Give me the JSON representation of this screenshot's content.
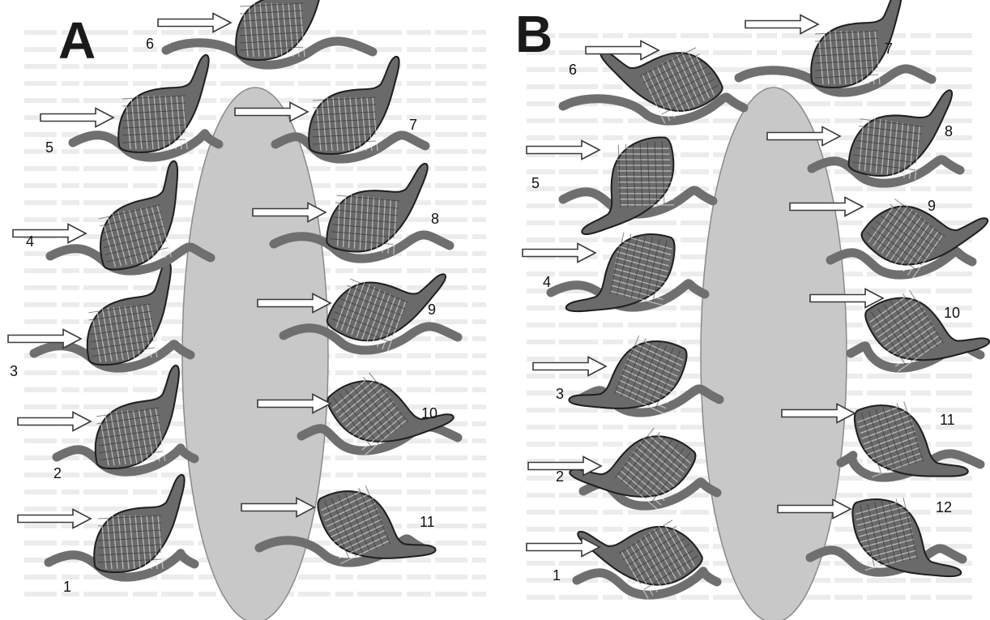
{
  "figure": {
    "colors": {
      "background_text": "#ececec",
      "ellipse_fill": "#c8c8c8",
      "ellipse_stroke": "#8a8a8a",
      "substrate_line": "#6f6f6f",
      "cell_fill": "#6a6a6a",
      "cell_stroke": "#1e1e1e",
      "arrow_fill": "#ffffff",
      "arrow_stroke": "#3a3a3a",
      "text": "#111111"
    },
    "panels": [
      {
        "letter": "A",
        "steps": [
          "1",
          "2",
          "3",
          "4",
          "5",
          "6",
          "7",
          "8",
          "9",
          "10",
          "11"
        ]
      },
      {
        "letter": "B",
        "steps": [
          "1",
          "2",
          "3",
          "4",
          "5",
          "6",
          "7",
          "8",
          "9",
          "10",
          "11",
          "12"
        ]
      }
    ]
  }
}
